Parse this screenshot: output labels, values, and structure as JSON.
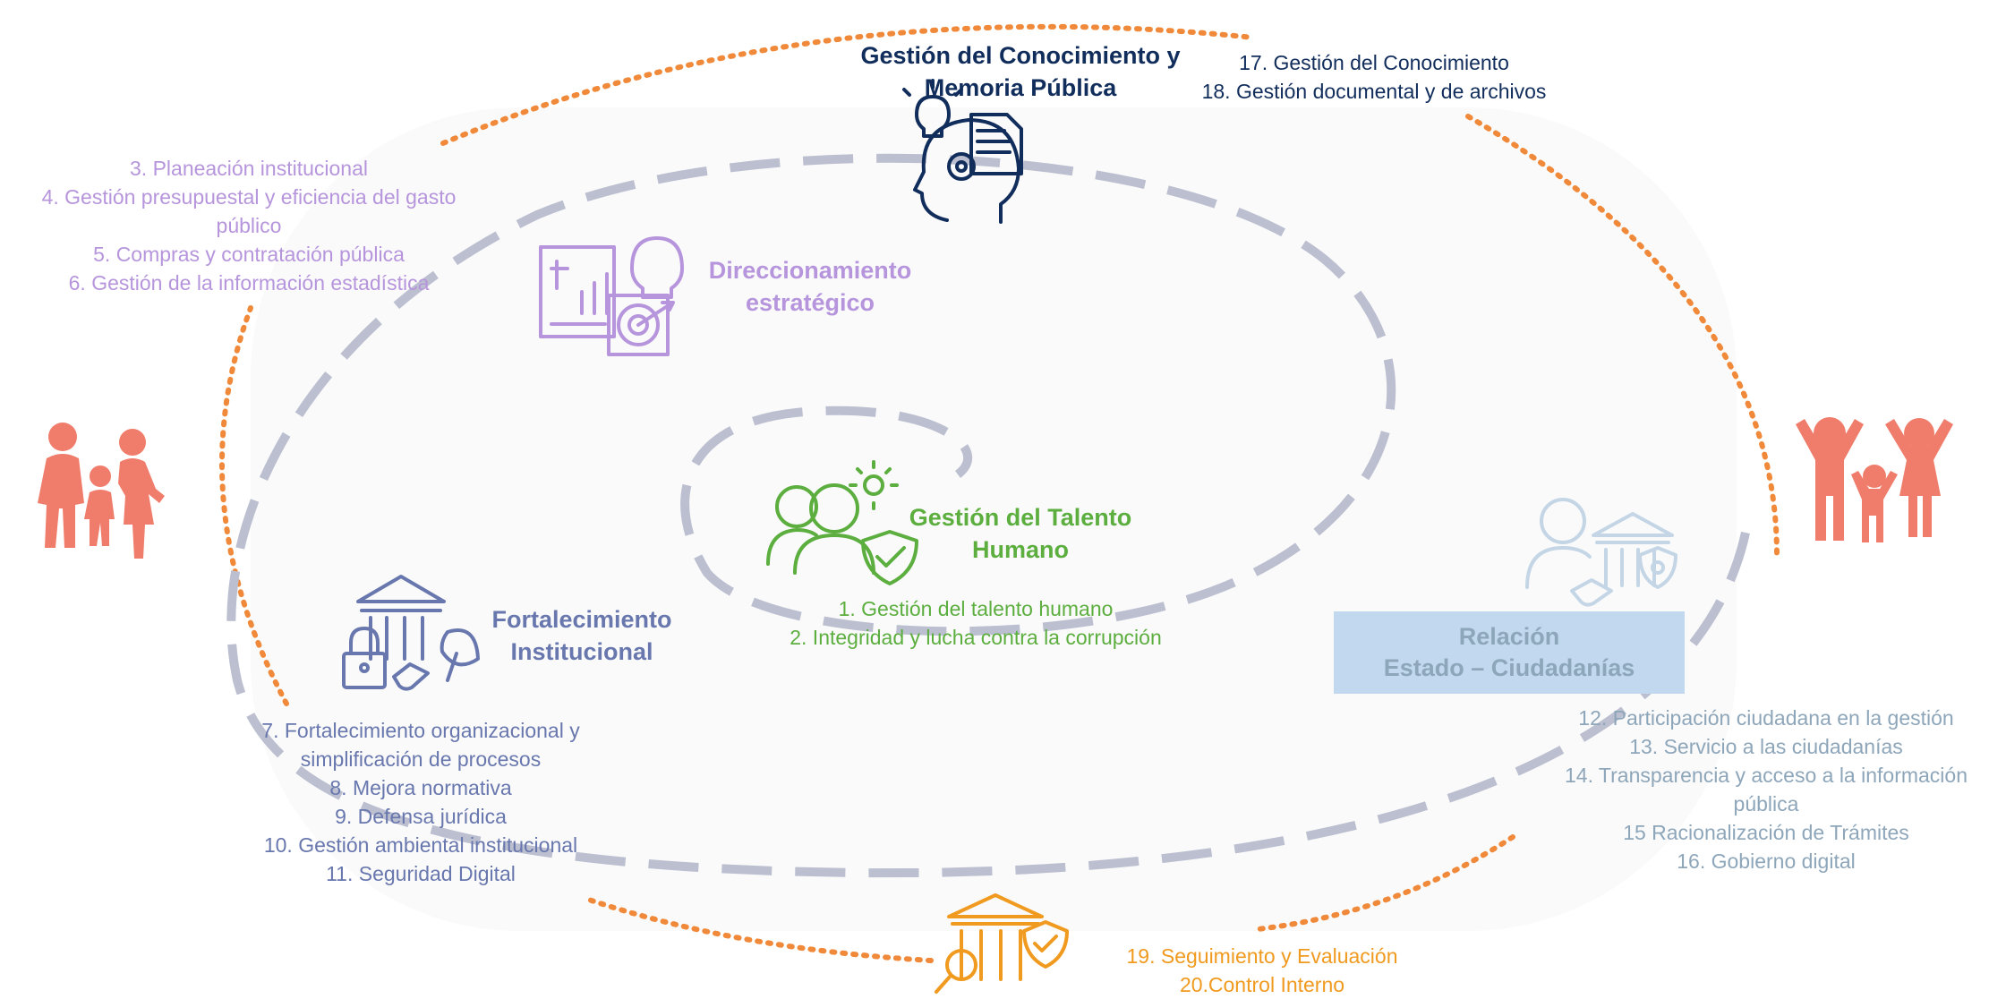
{
  "colors": {
    "knowledge": "#112d5c",
    "direction": "#b695dc",
    "talent": "#5cae3f",
    "strengthening": "#6877ad",
    "relation": "#8ea6ba",
    "relation_box": "#c1d8ef",
    "evaluation": "#f09a1f",
    "dotted_circle": "#f08a3a",
    "spiral": "#bbbfcf",
    "people": "#f07d6b"
  },
  "knowledge": {
    "title_line1": "Gestión del Conocimiento y",
    "title_line2": "Memoria Pública",
    "item1": "17. Gestión del Conocimiento",
    "item2": "18. Gestión documental y de archivos",
    "icon": "head-gears-document-icon"
  },
  "direction": {
    "title_line1": "Direccionamiento",
    "title_line2": "estratégico",
    "item1": "3. Planeación institucional",
    "item2": "4. Gestión presupuestal y eficiencia del gasto",
    "item3": "público",
    "item4": "5. Compras y contratación pública",
    "item5": "6. Gestión de la información estadística",
    "icon": "report-target-bulb-icon"
  },
  "talent": {
    "title_line1": "Gestión del Talento",
    "title_line2": "Humano",
    "item1": "1. Gestión del talento humano",
    "item2": "2. Integridad y lucha contra la corrupción",
    "icon": "people-shield-icon"
  },
  "strengthening": {
    "title_line1": "Fortalecimiento",
    "title_line2": "Institucional",
    "item1": "7. Fortalecimiento organizacional y",
    "item2": "simplificación de procesos",
    "item3": "8. Mejora normativa",
    "item4": "9. Defensa jurídica",
    "item5": "10. Gestión ambiental institucional",
    "item6": "11. Seguridad Digital",
    "icon": "building-lock-handshake-leaf-icon"
  },
  "relation": {
    "title_line1": "Relación",
    "title_line2": "Estado – Ciudadanías",
    "item1": "12. Participación ciudadana en la gestión",
    "item2": "13. Servicio a las ciudadanías",
    "item3": "14. Transparencia y acceso a la información",
    "item4": "pública",
    "item5": "15 Racionalización de Trámites",
    "item6": "16. Gobierno digital",
    "icon": "citizen-government-handshake-icon"
  },
  "evaluation": {
    "item1": "19. Seguimiento y Evaluación",
    "item2": "20.Control Interno",
    "icon": "building-magnifier-shield-icon"
  },
  "people": {
    "left_icon": "family-walking-icon",
    "right_icon": "family-cheering-icon"
  }
}
